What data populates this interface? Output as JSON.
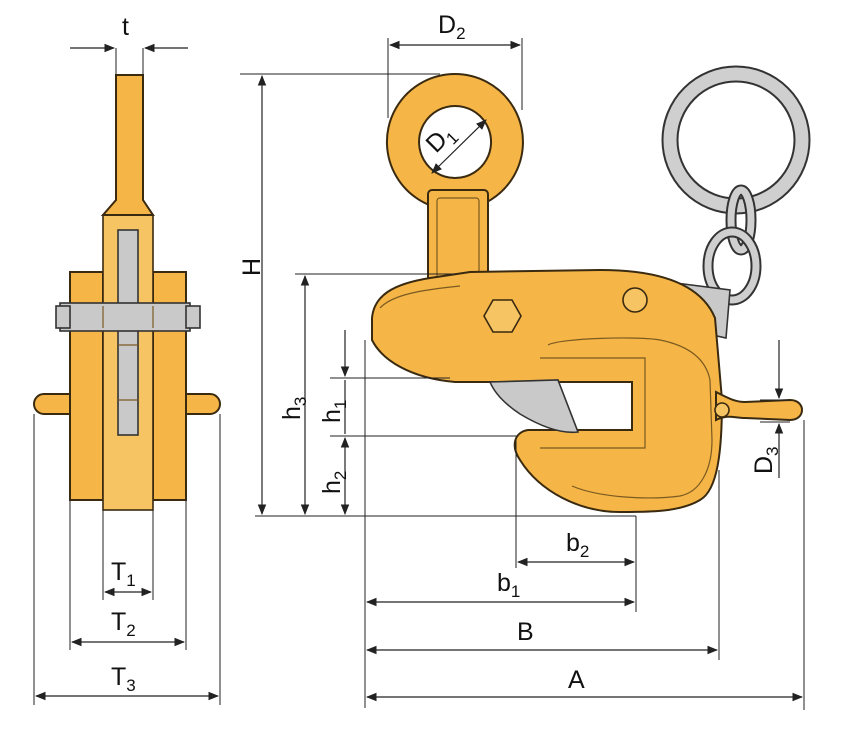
{
  "labels": {
    "t": "t",
    "d2_main": "D",
    "d2_sub": "2",
    "d1_main": "D",
    "d1_sub": "1",
    "h": "H",
    "h3_main": "h",
    "h3_sub": "3",
    "h1_main": "h",
    "h1_sub": "1",
    "h2_main": "h",
    "h2_sub": "2",
    "d3_main": "D",
    "d3_sub": "3",
    "b2_main": "b",
    "b2_sub": "2",
    "b1_main": "b",
    "b1_sub": "1",
    "b": "B",
    "a": "A",
    "t1_main": "T",
    "t1_sub": "1",
    "t2_main": "T",
    "t2_sub": "2",
    "t3_main": "T",
    "t3_sub": "3"
  },
  "colors": {
    "body": "#f5b547",
    "steel": "#c9c9c9",
    "outline": "#3a2a10",
    "dimension": "#222222"
  }
}
